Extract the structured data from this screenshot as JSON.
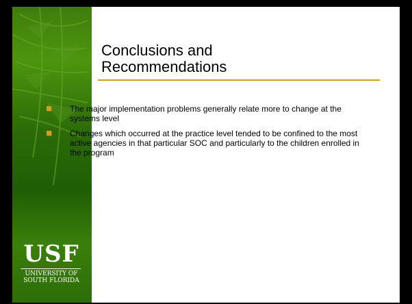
{
  "slide": {
    "title": "Conclusions and\nRecommendations",
    "bullets": [
      "The major implementation problems generally relate more to change at the systems level",
      "Changes which occurred at the practice level tended to be confined to the most active agencies in that particular SOC and particularly to the children enrolled in the program"
    ]
  },
  "logo": {
    "wordmark": "USF",
    "tagline": "UNIVERSITY OF\nSOUTH FLORIDA"
  },
  "colors": {
    "sidebar": "#2f7a0a",
    "accent": "#c7a227",
    "background": "#000000",
    "slide": "#ffffff"
  }
}
